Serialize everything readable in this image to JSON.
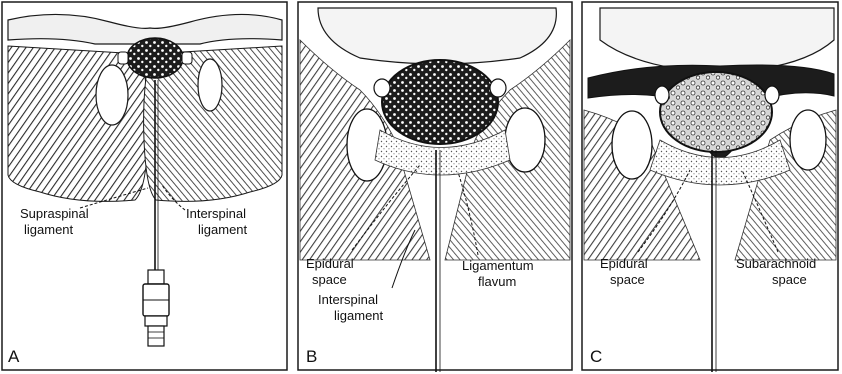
{
  "figure": {
    "panels": [
      {
        "id": "A",
        "letter": "A",
        "labels": {
          "supraspinal_1": "Supraspinal",
          "supraspinal_2": "ligament",
          "interspinal_1": "Interspinal",
          "interspinal_2": "ligament"
        }
      },
      {
        "id": "B",
        "letter": "B",
        "labels": {
          "epidural_1": "Epidural",
          "epidural_2": "space",
          "interspinal_1": "Interspinal",
          "interspinal_2": "ligament",
          "flavum_1": "Ligamentum",
          "flavum_2": "flavum"
        }
      },
      {
        "id": "C",
        "letter": "C",
        "labels": {
          "epidural_1": "Epidural",
          "epidural_2": "space",
          "subarachnoid_1": "Subarachnoid",
          "subarachnoid_2": "space"
        }
      }
    ],
    "colors": {
      "ink": "#1a1a1a",
      "tissue_dark": "#3a3a3a",
      "tissue_light": "#8a8a8a",
      "background": "#ffffff"
    }
  }
}
